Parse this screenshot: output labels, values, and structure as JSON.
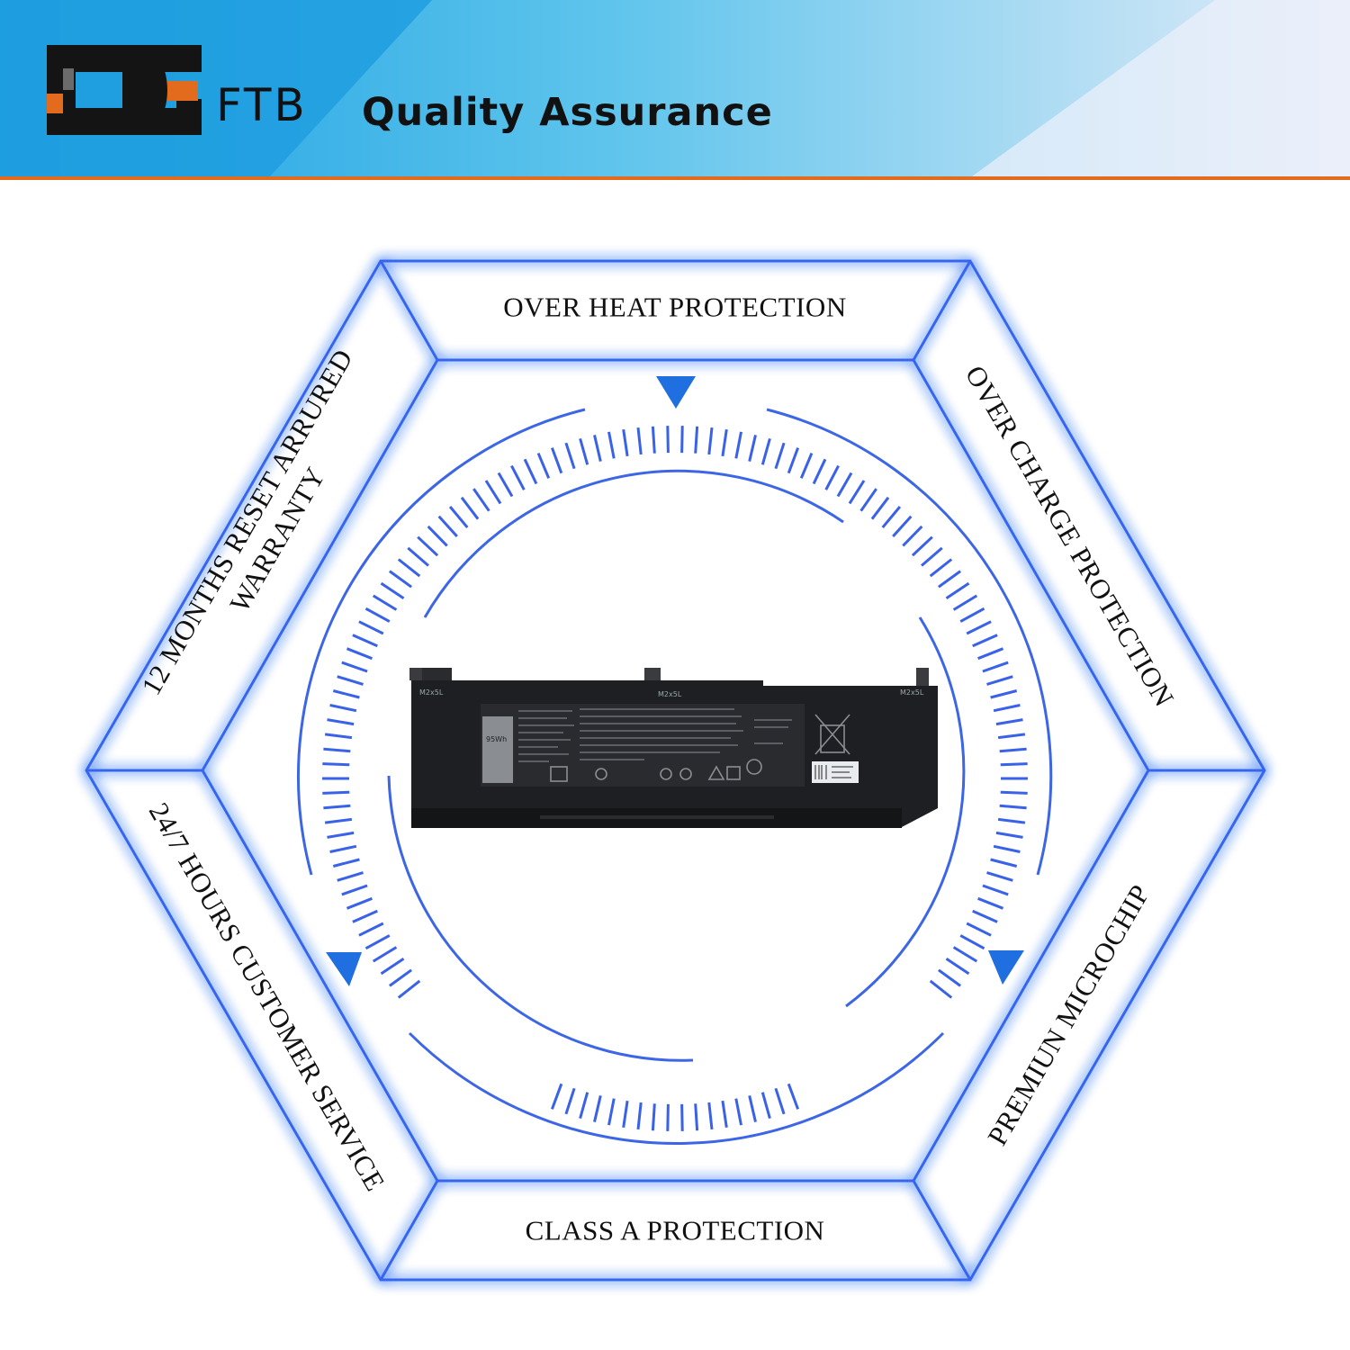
{
  "brand": {
    "logo_letters": "DG",
    "name": "FTB",
    "tagline": "Quality Assurance"
  },
  "features": {
    "top": "OVER HEAT PROTECTION",
    "top_right": "OVER CHARGE PROTECTION",
    "bottom_right": "PREMIUN MICROCHIP",
    "bottom": "CLASS A PROTECTION",
    "bottom_left": "24/7 HOURS CUSTOMER SERVICE",
    "top_left_line1": "12 MONTHS RESET ARRURED",
    "top_left_line2": "WARRANTY"
  },
  "battery": {
    "capacity_label": "95Wh",
    "screw_label": "M2x5L",
    "body_color": "#1e1f22"
  },
  "colors": {
    "accent_blue": "#1f6fe0",
    "banner_blue": "#1aa3e0",
    "logo_orange": "#e36b1e"
  }
}
